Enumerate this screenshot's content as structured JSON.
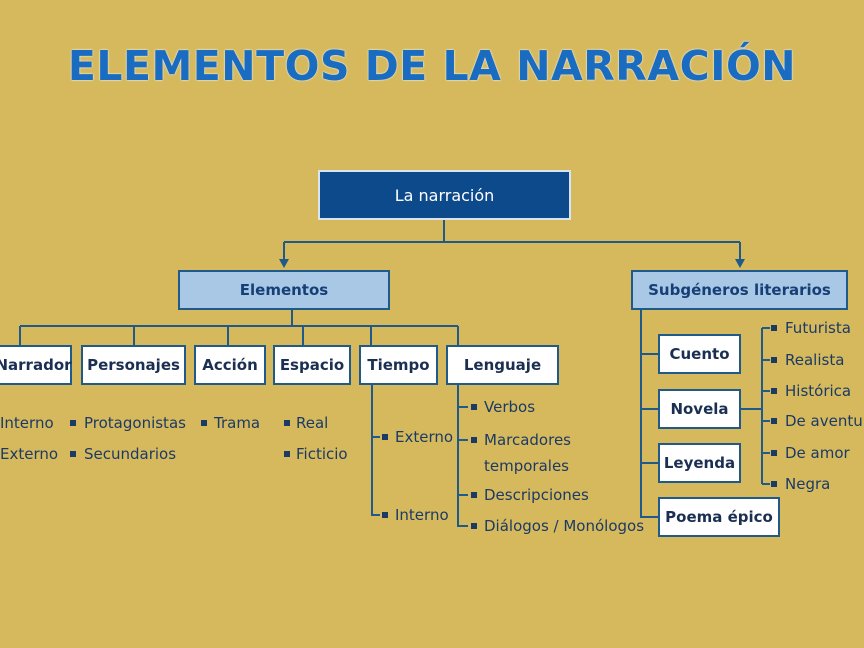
{
  "title": "ELEMENTOS DE LA NARRACIÓN",
  "root": "La narración",
  "elementos": {
    "label": "Elementos",
    "children": [
      {
        "label": "Narrador",
        "items": [
          "Interno",
          "Externo"
        ]
      },
      {
        "label": "Personajes",
        "items": [
          "Protagonistas",
          "Secundarios"
        ]
      },
      {
        "label": "Acción",
        "items": [
          "Trama"
        ]
      },
      {
        "label": "Espacio",
        "items": [
          "Real",
          "Ficticio"
        ]
      },
      {
        "label": "Tiempo",
        "items": [
          "Externo",
          "Interno"
        ]
      },
      {
        "label": "Lenguaje",
        "items": [
          "Verbos",
          "Marcadores",
          "temporales",
          "Descripciones",
          "Diálogos / Monólogos"
        ]
      }
    ]
  },
  "subgeneros": {
    "label": "Subgéneros literarios",
    "children": [
      "Cuento",
      "Novela",
      "Leyenda",
      "Poema épico"
    ],
    "novela_types": [
      "Futurista",
      "Realista",
      "Histórica",
      "De aventura",
      "De amor",
      "Negra"
    ]
  }
}
